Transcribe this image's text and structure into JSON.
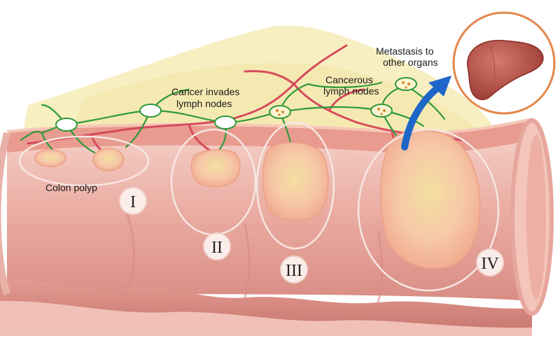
{
  "labels": {
    "metastasis_line1": "Metastasis to",
    "metastasis_line2": "other organs",
    "cancerous_nodes_line1": "Cancerous",
    "cancerous_nodes_line2": "lymph nodes",
    "invades_line1": "Cancer invades",
    "invades_line2": "lymph nodes",
    "colon_polyp": "Colon polyp"
  },
  "stages": [
    "I",
    "II",
    "III",
    "IV"
  ],
  "colors": {
    "colon_wall": "#e8a79c",
    "colon_inner": "#f3c7bd",
    "fat_layer": "#f7efc0",
    "tumor": "#f6c0a6",
    "tumor_core": "#f3dc9e",
    "lymph_vessel": "#2f9a3a",
    "blood_vessel": "#d64a5c",
    "liver": "#b4524a",
    "arrow": "#1f66c9",
    "inset_ring": "#e2874b"
  },
  "icons": {
    "liver": "liver-icon",
    "arrow": "metastasis-arrow-icon"
  }
}
